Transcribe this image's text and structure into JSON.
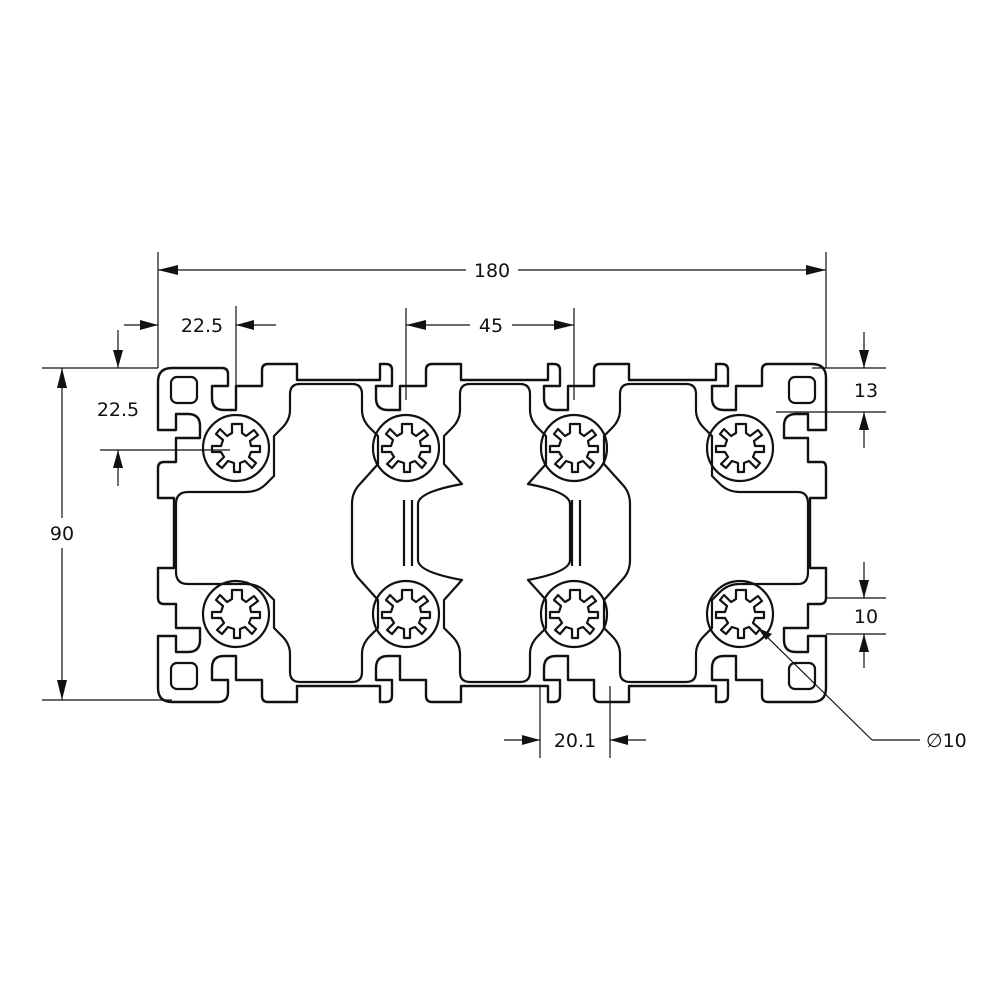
{
  "dimensions": {
    "overall_width": "180",
    "slot_pitch": "45",
    "edge_offset_x": "22.5",
    "edge_offset_y": "22.5",
    "overall_height": "90",
    "slot_depth": "13",
    "slot_width_side": "10",
    "slot_opening": "20.1",
    "core_bore": "10",
    "diameter_symbol": "∅"
  }
}
